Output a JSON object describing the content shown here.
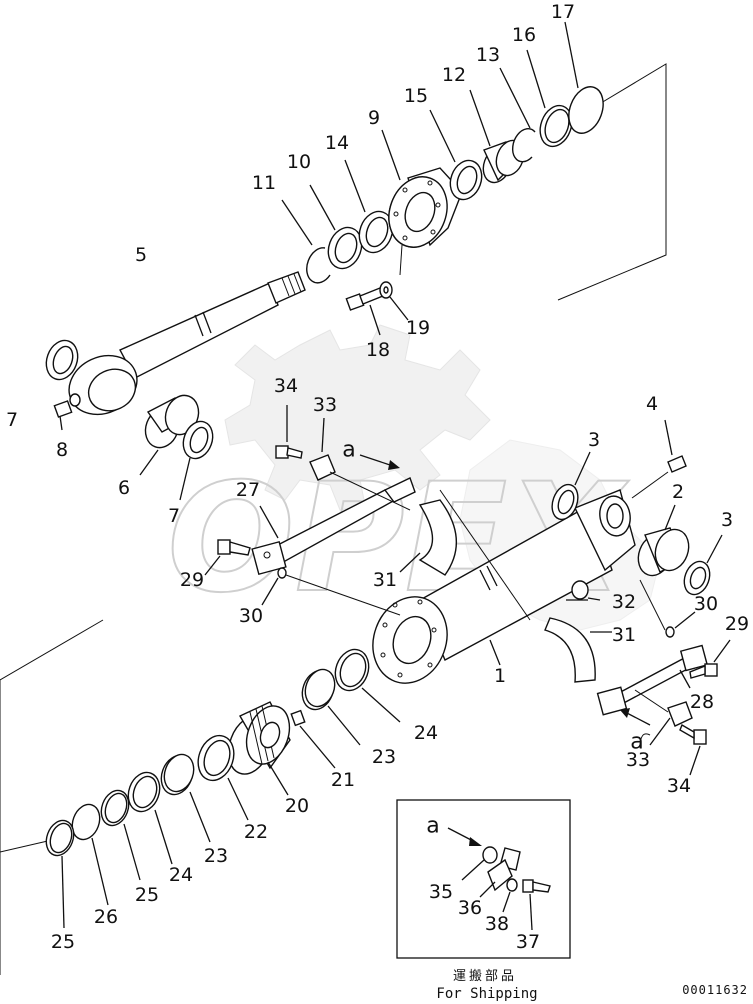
{
  "watermark": {
    "text": "OPEX"
  },
  "part_labels": [
    {
      "id": "17",
      "text": "17"
    },
    {
      "id": "16",
      "text": "16"
    },
    {
      "id": "13",
      "text": "13"
    },
    {
      "id": "12",
      "text": "12"
    },
    {
      "id": "15",
      "text": "15"
    },
    {
      "id": "9",
      "text": "9"
    },
    {
      "id": "14",
      "text": "14"
    },
    {
      "id": "10",
      "text": "10"
    },
    {
      "id": "11",
      "text": "11"
    },
    {
      "id": "5",
      "text": "5"
    },
    {
      "id": "19",
      "text": "19"
    },
    {
      "id": "18",
      "text": "18"
    },
    {
      "id": "7a",
      "text": "7"
    },
    {
      "id": "8",
      "text": "8"
    },
    {
      "id": "6",
      "text": "6"
    },
    {
      "id": "7b",
      "text": "7"
    },
    {
      "id": "34a",
      "text": "34"
    },
    {
      "id": "33a",
      "text": "33"
    },
    {
      "id": "4",
      "text": "4"
    },
    {
      "id": "3a",
      "text": "3"
    },
    {
      "id": "2",
      "text": "2"
    },
    {
      "id": "3b",
      "text": "3"
    },
    {
      "id": "27",
      "text": "27"
    },
    {
      "id": "29a",
      "text": "29"
    },
    {
      "id": "31a",
      "text": "31"
    },
    {
      "id": "32",
      "text": "32"
    },
    {
      "id": "30a",
      "text": "30"
    },
    {
      "id": "30b",
      "text": "30"
    },
    {
      "id": "31b",
      "text": "31"
    },
    {
      "id": "29b",
      "text": "29"
    },
    {
      "id": "1",
      "text": "1"
    },
    {
      "id": "28",
      "text": "28"
    },
    {
      "id": "24a",
      "text": "24"
    },
    {
      "id": "23a",
      "text": "23"
    },
    {
      "id": "21",
      "text": "21"
    },
    {
      "id": "33b",
      "text": "33"
    },
    {
      "id": "34b",
      "text": "34"
    },
    {
      "id": "20",
      "text": "20"
    },
    {
      "id": "22",
      "text": "22"
    },
    {
      "id": "23b",
      "text": "23"
    },
    {
      "id": "24b",
      "text": "24"
    },
    {
      "id": "25a",
      "text": "25"
    },
    {
      "id": "26",
      "text": "26"
    },
    {
      "id": "25b",
      "text": "25"
    },
    {
      "id": "35",
      "text": "35"
    },
    {
      "id": "36",
      "text": "36"
    },
    {
      "id": "38",
      "text": "38"
    },
    {
      "id": "37",
      "text": "37"
    }
  ],
  "reference_letters": [
    {
      "id": "a1",
      "text": "a"
    },
    {
      "id": "a2",
      "text": "a"
    },
    {
      "id": "a3",
      "text": "a"
    }
  ],
  "shipping_box": {
    "title_jp": "運搬部品",
    "title_en": "For Shipping"
  },
  "drawing_number": "00011632"
}
